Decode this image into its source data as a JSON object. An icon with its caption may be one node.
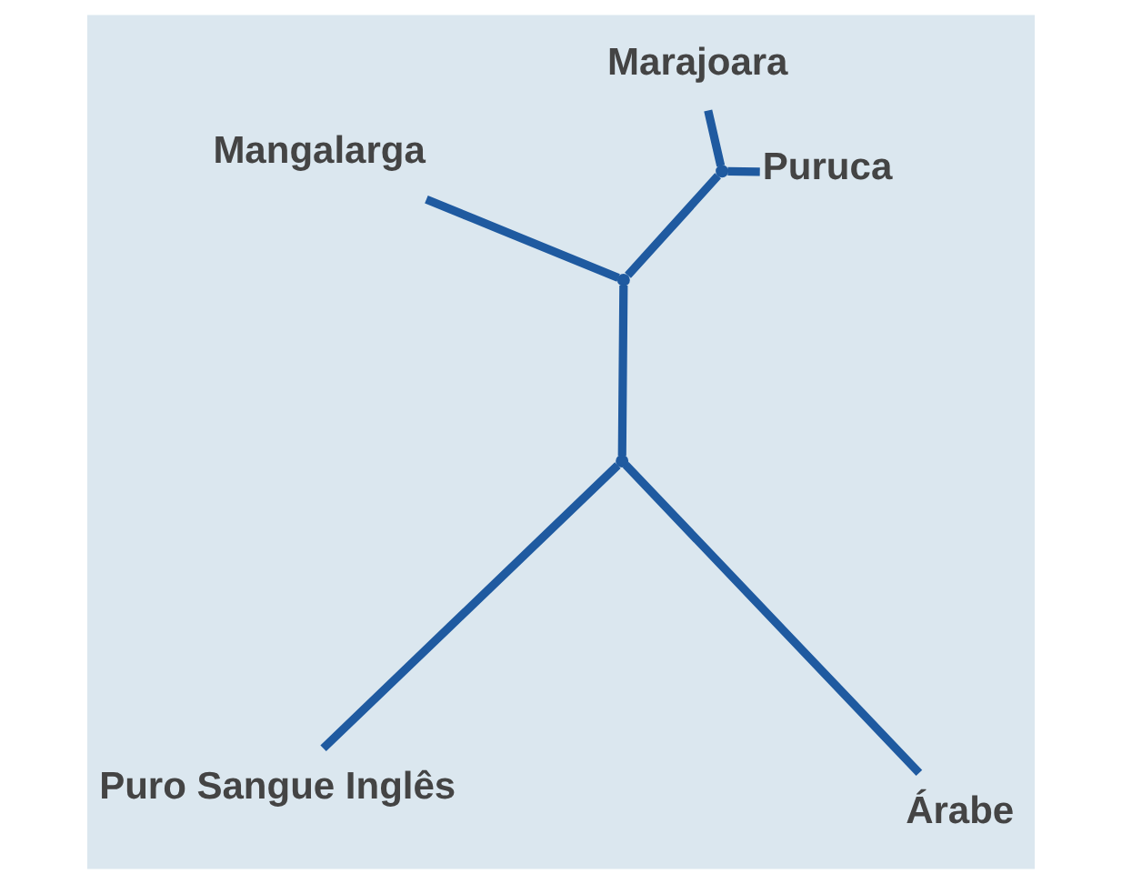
{
  "diagram": {
    "nodes": [
      {
        "text": [
          "Puro Sangue Inglês"
        ]
      },
      {
        "text": [
          "Árabe"
        ]
      },
      {
        "text": [],
        "shape": "point"
      },
      {
        "text": [],
        "shape": "point"
      },
      {
        "text": [],
        "shape": "point"
      },
      {
        "text": [
          "Marajoara"
        ]
      },
      {
        "text": [
          "Mangalarga"
        ]
      },
      {
        "text": [
          "Puruca"
        ]
      }
    ],
    "edges": [
      {
        "from": 1,
        "to": 2,
        "arrow": "none"
      },
      {
        "from": 0,
        "to": 2,
        "arrow": "none"
      },
      {
        "from": 2,
        "to": 3,
        "arrow": "none"
      },
      {
        "from": 3,
        "to": 6,
        "arrow": "none"
      },
      {
        "from": 3,
        "to": 4,
        "arrow": "none"
      },
      {
        "from": 4,
        "to": 5,
        "arrow": "none"
      },
      {
        "from": 4,
        "to": 7,
        "arrow": "none"
      }
    ]
  }
}
